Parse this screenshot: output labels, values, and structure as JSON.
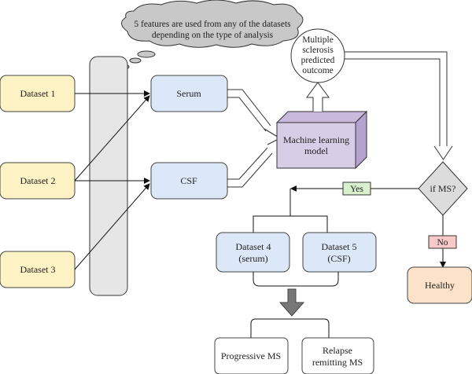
{
  "cloud_text": {
    "line1": "5 features are used from any of the datasets",
    "line2": "depending on the type of analysis"
  },
  "datasets": {
    "d1": "Dataset 1",
    "d2": "Dataset 2",
    "d3": "Dataset 3"
  },
  "inputs": {
    "serum": "Serum",
    "csf": "CSF"
  },
  "ml_model": {
    "line1": "Machine learning",
    "line2": "model"
  },
  "outcome": {
    "line1": "Multiple",
    "line2": "sclerosis",
    "line3": "predicted",
    "line4": "outcome"
  },
  "decision": "if MS?",
  "yes_label": "Yes",
  "no_label": "No",
  "healthy": "Healthy",
  "dataset4": {
    "line1": "Dataset 4",
    "line2": "(serum)"
  },
  "dataset5": {
    "line1": "Dataset 5",
    "line2": "(CSF)"
  },
  "progressive": "Progressive MS",
  "relapse": {
    "line1": "Relapse",
    "line2": "remitting MS"
  },
  "colors": {
    "dataset_fill": "#fdf3c4",
    "input_fill": "#dce8f7",
    "model_fill": "#d8cde6",
    "decision_fill": "#dcdcdc",
    "yes_fill": "#d9f0cf",
    "no_fill": "#f7c8c8",
    "healthy_fill": "#fbe2c8",
    "cloud_fill": "#c8c8c8"
  }
}
